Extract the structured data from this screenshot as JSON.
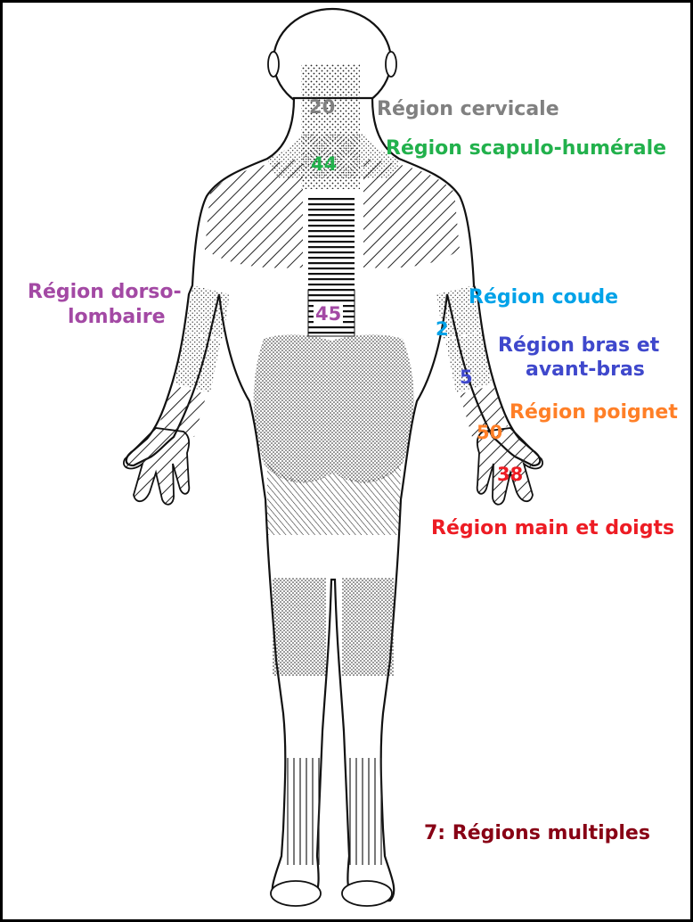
{
  "colors": {
    "cervicale": "#808080",
    "scapulo_humerale": "#22b14c",
    "dorso_lombaire": "#a349a4",
    "coude": "#00a2e8",
    "bras": "#3f48cc",
    "poignet": "#ff7f27",
    "main": "#ed1c24",
    "multiples": "#880015",
    "outline": "#111111"
  },
  "regions": {
    "cervicale": {
      "label": "Région cervicale",
      "count": "20"
    },
    "scapulo_humerale": {
      "label": "Région scapulo-humérale",
      "count": "44"
    },
    "dorso_lombaire": {
      "label_line1": "Région dorso-",
      "label_line2": "lombaire",
      "count": "45"
    },
    "coude": {
      "label": "Région coude",
      "count": "2"
    },
    "bras": {
      "label_line1": "Région bras et",
      "label_line2": "avant-bras",
      "count": "5"
    },
    "poignet": {
      "label": "Région poignet",
      "count": "50"
    },
    "main": {
      "label": "Région main et doigts",
      "count": "38"
    },
    "multiples": {
      "label": "7: Régions multiples"
    }
  }
}
